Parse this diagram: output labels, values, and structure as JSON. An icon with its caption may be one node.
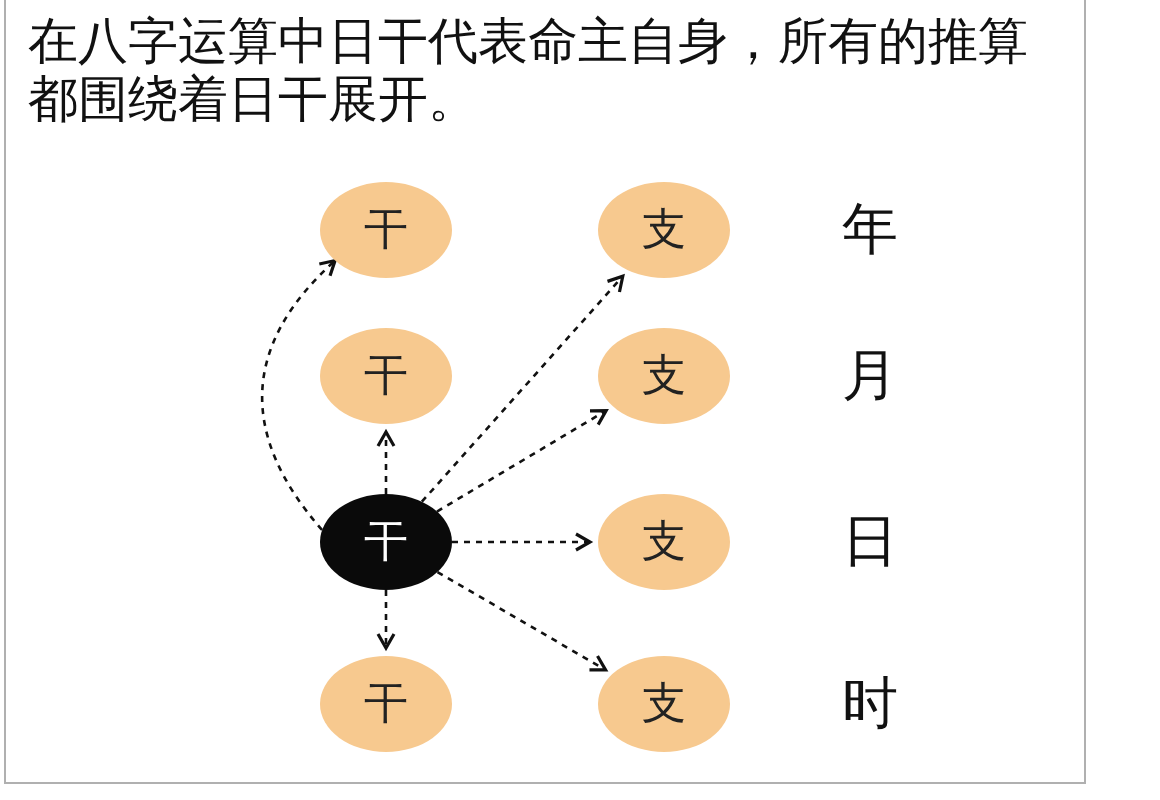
{
  "diagram": {
    "title": "在八字运算中日干代表命主自身，所有的推算都围绕着日干展开。",
    "nodes": [
      {
        "text": [
          "干"
        ]
      },
      {
        "text": [
          "支"
        ]
      },
      {
        "text": [
          "干"
        ]
      },
      {
        "text": [
          "支"
        ]
      },
      {
        "text": [
          "干"
        ]
      },
      {
        "text": [
          "支"
        ]
      },
      {
        "text": [
          "干"
        ]
      },
      {
        "text": [
          "支"
        ]
      }
    ],
    "edges": [
      {
        "from": 4,
        "to": 0,
        "arrow": "to"
      },
      {
        "from": 4,
        "to": 2,
        "arrow": "to"
      },
      {
        "from": 4,
        "to": 6,
        "arrow": "to"
      },
      {
        "from": 4,
        "to": 1,
        "arrow": "to"
      },
      {
        "from": 4,
        "to": 3,
        "arrow": "to"
      },
      {
        "from": 4,
        "to": 5,
        "arrow": "to"
      },
      {
        "from": 4,
        "to": 7,
        "arrow": "to"
      }
    ],
    "labels": [
      "年",
      "月",
      "日",
      "时"
    ]
  }
}
